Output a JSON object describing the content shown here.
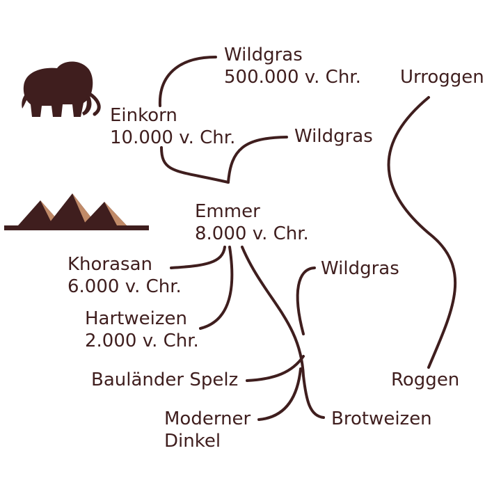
{
  "colors": {
    "ink": "#3f1e1e",
    "pyramid_shade": "#c08a68",
    "background": "#ffffff"
  },
  "icons": {
    "top": "mammoth-icon",
    "middle": "pyramids-icon"
  },
  "nodes": {
    "wildgras_1": {
      "name": "Wildgras",
      "date": "500.000 v. Chr."
    },
    "einkorn": {
      "name": "Einkorn",
      "date": "10.000 v. Chr."
    },
    "wildgras_2": {
      "name": "Wildgras"
    },
    "emmer": {
      "name": "Emmer",
      "date": "8.000 v. Chr."
    },
    "khorasan": {
      "name": "Khorasan",
      "date": "6.000 v. Chr."
    },
    "hartweizen": {
      "name": "Hartweizen",
      "date": "2.000 v. Chr."
    },
    "wildgras_3": {
      "name": "Wildgras"
    },
    "baulaender": {
      "name": "Bauländer Spelz"
    },
    "dinkel": {
      "name_line1": "Moderner",
      "name_line2": "Dinkel"
    },
    "brotweizen": {
      "name": "Brotweizen"
    },
    "urroggen": {
      "name": "Urroggen"
    },
    "roggen": {
      "name": "Roggen"
    }
  }
}
